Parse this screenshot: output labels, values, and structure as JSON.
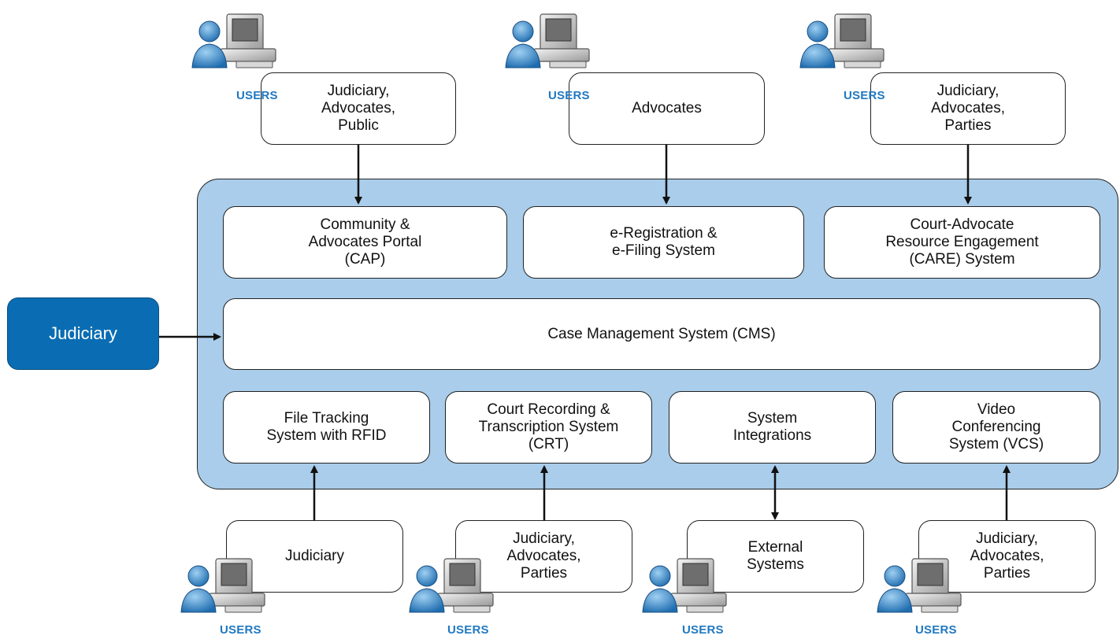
{
  "users_label": "USERS",
  "left_node": {
    "label": "Judiciary"
  },
  "top_user_groups": [
    {
      "text": "Judiciary,\nAdvocates,\nPublic"
    },
    {
      "text": "Advocates"
    },
    {
      "text": "Judiciary,\nAdvocates,\nParties"
    }
  ],
  "top_systems": [
    {
      "text": "Community &\nAdvocates Portal\n(CAP)"
    },
    {
      "text": "e-Registration &\ne-Filing System"
    },
    {
      "text": "Court-Advocate\nResource Engagement\n(CARE) System"
    }
  ],
  "core_system": {
    "text": "Case Management System (CMS)"
  },
  "bottom_systems": [
    {
      "text": "File Tracking\nSystem with RFID"
    },
    {
      "text": "Court Recording &\nTranscription System\n(CRT)"
    },
    {
      "text": "System\nIntegrations"
    },
    {
      "text": "Video\nConferencing\nSystem (VCS)"
    }
  ],
  "bottom_user_groups": [
    {
      "text": "Judiciary"
    },
    {
      "text": "Judiciary,\nAdvocates,\nParties"
    },
    {
      "text": "External\nSystems"
    },
    {
      "text": "Judiciary,\nAdvocates,\nParties"
    }
  ],
  "colors": {
    "panel": "#a9cdea",
    "judiciary_node": "#0a6db3",
    "users_text": "#1f78c1"
  },
  "icons": [
    "user-computer-icon"
  ]
}
